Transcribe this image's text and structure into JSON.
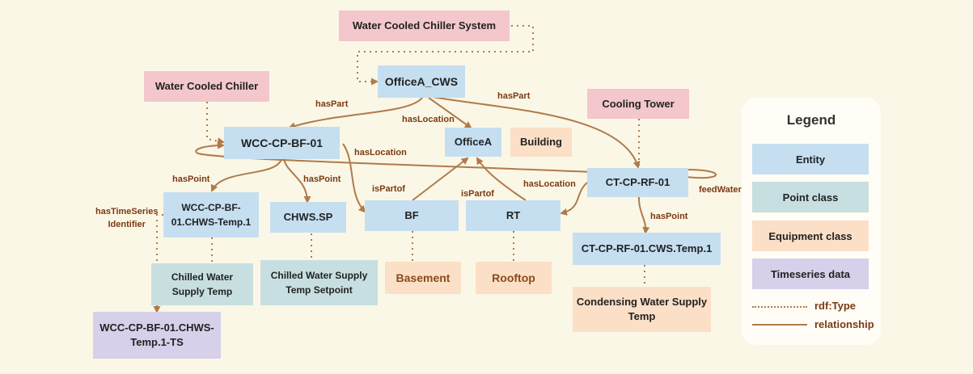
{
  "colors": {
    "background": "#fbf7e6",
    "entity": "#c5dff1",
    "class_red": "#f3c7cc",
    "point_class": "#c7dfe0",
    "equipment_class": "#fbdfc6",
    "timeseries": "#d6d0ea",
    "arrow": "#b07a4b"
  },
  "nodes": {
    "water_cooled_chiller_system": "Water Cooled Chiller System",
    "officea_cws": "OfficeA_CWS",
    "water_cooled_chiller": "Water Cooled Chiller",
    "cooling_tower": "Cooling Tower",
    "wcc_cp_bf_01": "WCC-CP-BF-01",
    "officea": "OfficeA",
    "building": "Building",
    "ct_cp_rf_01": "CT-CP-RF-01",
    "wcc_chws_temp": "WCC-CP-BF-01.CHWS-Temp.1",
    "chws_sp": "CHWS.SP",
    "bf": "BF",
    "rt": "RT",
    "ct_cws_temp": "CT-CP-RF-01.CWS.Temp.1",
    "chilled_water_supply_temp": "Chilled Water Supply Temp",
    "chilled_water_supply_temp_setpoint": "Chilled Water Supply Temp Setpoint",
    "basement": "Basement",
    "rooftop": "Rooftop",
    "condensing_water_supply_temp": "Condensing Water Supply Temp",
    "wcc_chws_temp_ts": "WCC-CP-BF-01.CHWS-Temp.1-TS"
  },
  "relations": {
    "haspart_left": "hasPart",
    "haspart_right": "hasPart",
    "haslocation_officea": "hasLocation",
    "haslocation_wcc": "hasLocation",
    "haslocation_ct": "hasLocation",
    "haspoint_wcc_1": "hasPoint",
    "haspoint_wcc_2": "hasPoint",
    "haspoint_ct": "hasPoint",
    "ispartof_bf": "isPartof",
    "ispartof_rt": "isPartof",
    "feedwater": "feedWater",
    "hastimeseries": "hasTimeSeries\nIdentifier"
  },
  "legend": {
    "title": "Legend",
    "entity": "Entity",
    "point_class": "Point  class",
    "equipment_class": "Equipment  class",
    "timeseries": "Timeseries data",
    "rdf_type": "rdf:Type",
    "relationship": "relationship"
  }
}
